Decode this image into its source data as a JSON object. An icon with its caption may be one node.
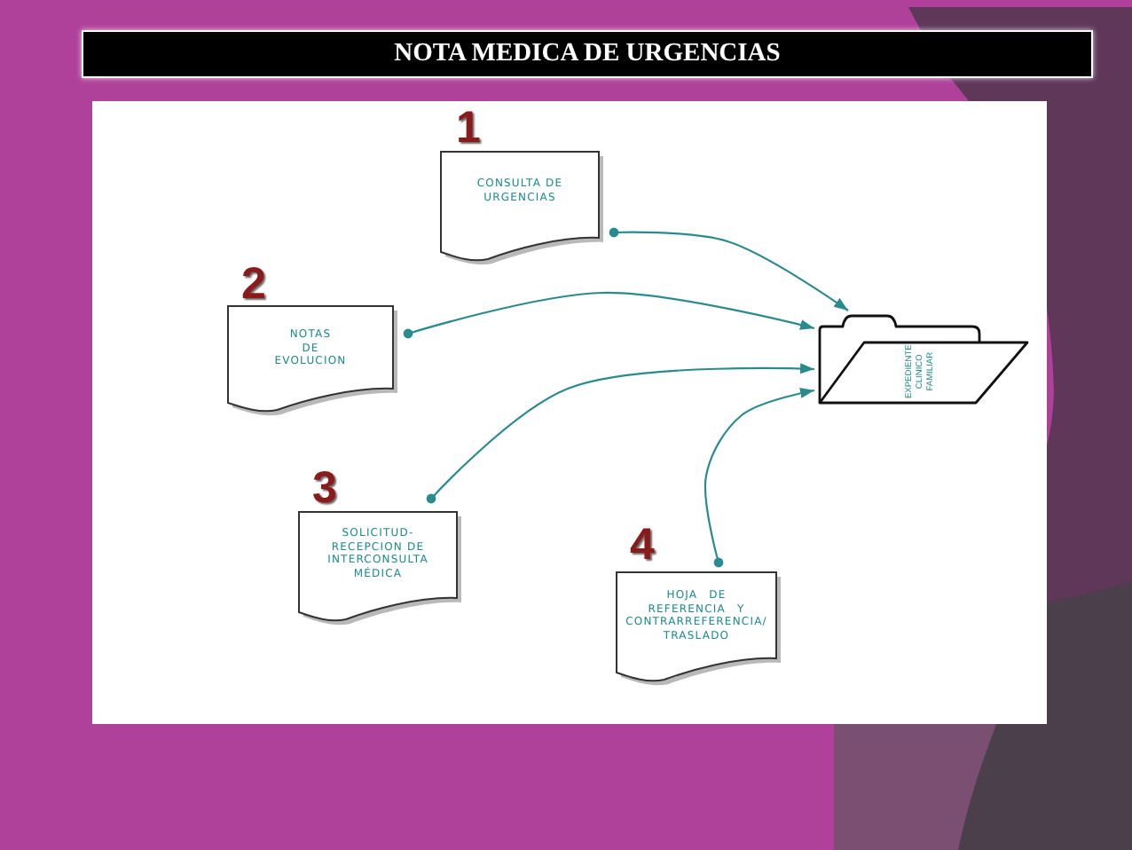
{
  "diagram": {
    "title": "NOTA MEDICA DE URGENCIAS",
    "nodes": [
      {
        "text": [
          "CONSULTA DE URGENCIAS"
        ],
        "beside": [
          "1"
        ]
      },
      {
        "text": [
          "NOTAS DE EVOLUCION"
        ],
        "beside": [
          "2"
        ]
      },
      {
        "text": [
          "EXPEDIENTE CLINICO FAMILIAR"
        ]
      },
      {
        "text": [
          "SOLICITUD- RECEPCION DE INTERCONSULTA MÉDICA"
        ],
        "beside": [
          "3"
        ]
      },
      {
        "text": [
          "HOJA DE REFERENCIA Y CONTRARREFERENCIA/ TRASLADO"
        ],
        "beside": [
          "4"
        ]
      }
    ],
    "edges": [
      {
        "from": 0,
        "to": 2,
        "arrow": "to"
      },
      {
        "from": 1,
        "to": 2,
        "arrow": "to"
      },
      {
        "from": 3,
        "to": 2,
        "arrow": "to"
      },
      {
        "from": 4,
        "to": 2,
        "arrow": "to"
      }
    ]
  }
}
